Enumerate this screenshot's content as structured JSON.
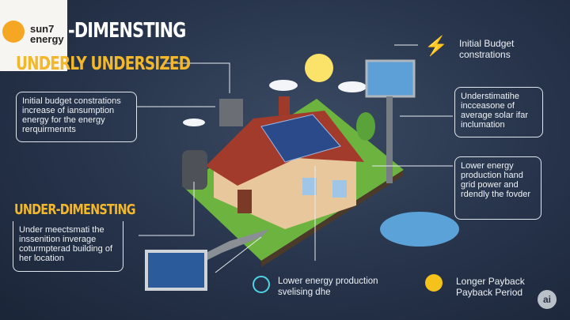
{
  "logo": {
    "line1": "sun7",
    "line2": "energy"
  },
  "headings": {
    "main": "-DIMENSTING",
    "sub": "UNDERLY UNDERSIZED",
    "section": "UNDER-DIMENSTING"
  },
  "callouts": {
    "left_top": "Initial budget constrations increase of iansumption energy for the energy rerquirmennts",
    "left_bottom": "Under meectsmati the inssenition inverage coturmpterad building of her location",
    "right_top": "Initial Budget constrations",
    "right_mid": "Understimatihe incceasone of average solar ifar inclumation",
    "right_low": "Lower energy production hand grid power and rdendly the fovder",
    "bottom_center": "Lower energy production svelising dhe",
    "bottom_right": "Longer Payback Payback Period"
  },
  "badge": "ai",
  "colors": {
    "accent": "#f2b72a",
    "background": "#26334a",
    "text": "#eef2f6"
  }
}
